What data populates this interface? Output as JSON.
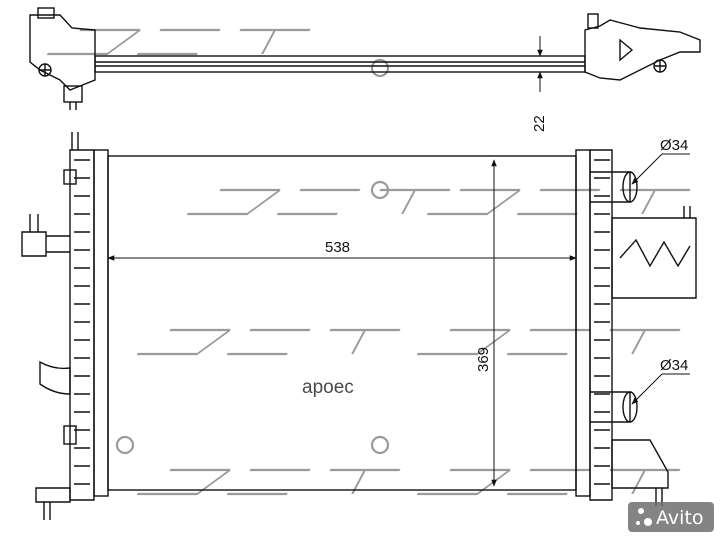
{
  "dimensions": {
    "width_label": "538",
    "height_label": "369",
    "depth_label": "22",
    "upper_pipe_label": "Ø34",
    "lower_pipe_label": "Ø34"
  },
  "watermark": {
    "center_brand": "ароес",
    "logo_text": "SAT",
    "marketplace_text": "Avito"
  },
  "colors": {
    "line": "#111111",
    "watermark": "#9a9a9a",
    "background": "#ffffff"
  }
}
